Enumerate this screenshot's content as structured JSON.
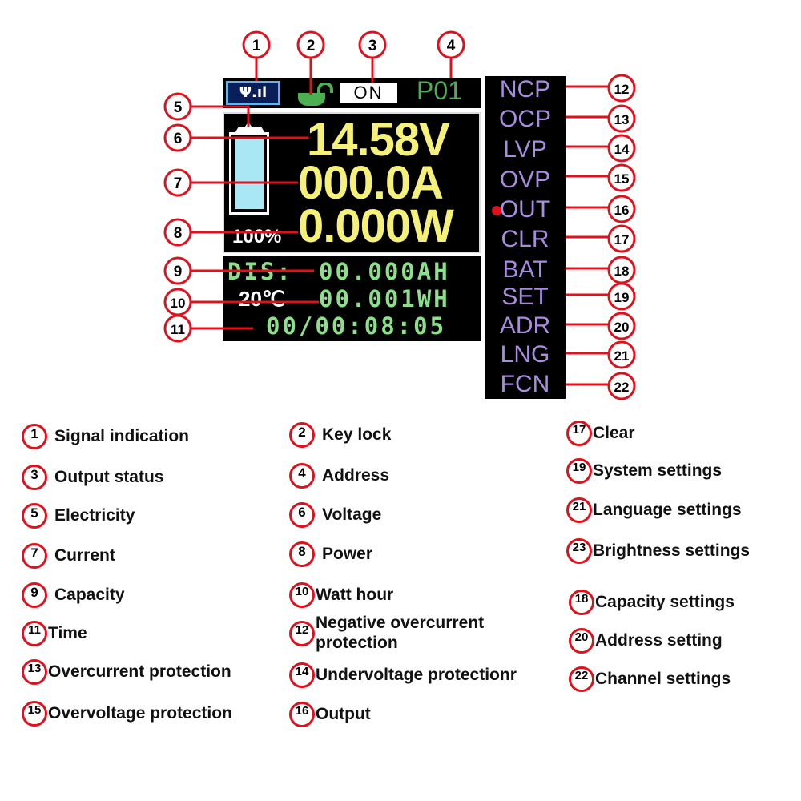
{
  "display": {
    "signal_icon": "signal-antenna-icon",
    "signal_text": "Ψ.ıl",
    "lock_icon": "unlocked-padlock-icon",
    "output_status": "ON",
    "address": "P01",
    "battery_level_percent": 100,
    "battery_label": "100%",
    "voltage": "14.58V",
    "current": "000.0A",
    "power": "0.000W",
    "mode": "DIS:",
    "capacity": "00.000AH",
    "temperature": "20℃",
    "energy": "00.001WH",
    "time": "00/00:08:05",
    "menu": [
      "NCP",
      "OCP",
      "LVP",
      "OVP",
      "OUT",
      "CLR",
      "BAT",
      "SET",
      "ADR",
      "LNG",
      "FCN"
    ],
    "selected_menu": "OUT",
    "colors": {
      "value": "#f5f07a",
      "green": "#8de08a",
      "menu": "#a98be0",
      "callout": "#e0101c"
    }
  },
  "callouts": {
    "top": [
      "1",
      "2",
      "3",
      "4"
    ],
    "left": [
      "5",
      "6",
      "7",
      "8",
      "9",
      "10",
      "11"
    ],
    "right": [
      "12",
      "13",
      "14",
      "15",
      "16",
      "17",
      "18",
      "19",
      "20",
      "21",
      "22"
    ]
  },
  "legend": [
    {
      "n": "1",
      "t": "Signal indication"
    },
    {
      "n": "3",
      "t": "Output status"
    },
    {
      "n": "5",
      "t": "Electricity"
    },
    {
      "n": "7",
      "t": "Current"
    },
    {
      "n": "9",
      "t": "Capacity"
    },
    {
      "n": "11",
      "t": "Time"
    },
    {
      "n": "13",
      "t": "Overcurrent protection"
    },
    {
      "n": "15",
      "t": "Overvoltage protection"
    },
    {
      "n": "2",
      "t": "Key lock"
    },
    {
      "n": "4",
      "t": "Address"
    },
    {
      "n": "6",
      "t": "Voltage"
    },
    {
      "n": "8",
      "t": "Power"
    },
    {
      "n": "10",
      "t": "Watt hour"
    },
    {
      "n": "12",
      "t": "Negative overcurrent protection"
    },
    {
      "n": "14",
      "t": "Undervoltage protectionr"
    },
    {
      "n": "16",
      "t": "Output"
    },
    {
      "n": "17",
      "t": "Clear"
    },
    {
      "n": "19",
      "t": "System settings"
    },
    {
      "n": "21",
      "t": "Language settings"
    },
    {
      "n": "23",
      "t": "Brightness settings"
    },
    {
      "n": "18",
      "t": "Capacity settings"
    },
    {
      "n": "20",
      "t": "Address setting"
    },
    {
      "n": "22",
      "t": "Channel settings"
    }
  ]
}
